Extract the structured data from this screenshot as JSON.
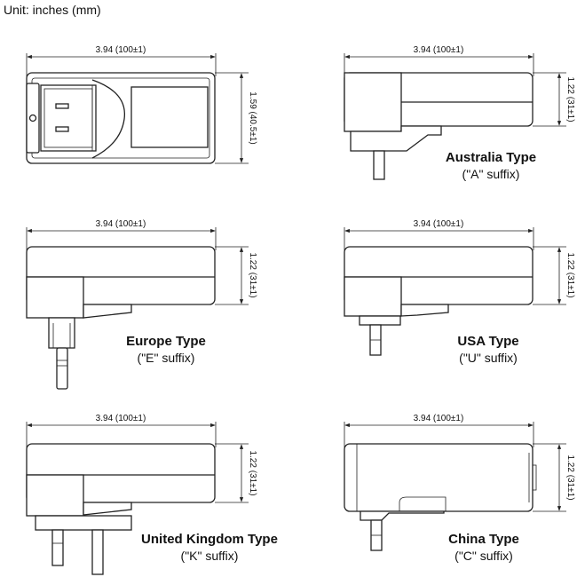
{
  "unit_label": "Unit: inches (mm)",
  "width_dim": "3.94 (100±1)",
  "plugs": {
    "front": {
      "height_dim": "1.59 (40.5±1)"
    },
    "australia": {
      "height_dim": "1.22 (31±1)",
      "title": "Australia Type",
      "suffix": "(\"A\" suffix)"
    },
    "europe": {
      "height_dim": "1.22 (31±1)",
      "title": "Europe Type",
      "suffix": "(\"E\" suffix)"
    },
    "usa": {
      "height_dim": "1.22 (31±1)",
      "title": "USA Type",
      "suffix": "(\"U\" suffix)"
    },
    "uk": {
      "height_dim": "1.22 (31±1)",
      "title": "United Kingdom Type",
      "suffix": "(\"K\" suffix)"
    },
    "china": {
      "height_dim": "1.22 (31±1)",
      "title": "China Type",
      "suffix": "(\"C\" suffix)"
    }
  }
}
